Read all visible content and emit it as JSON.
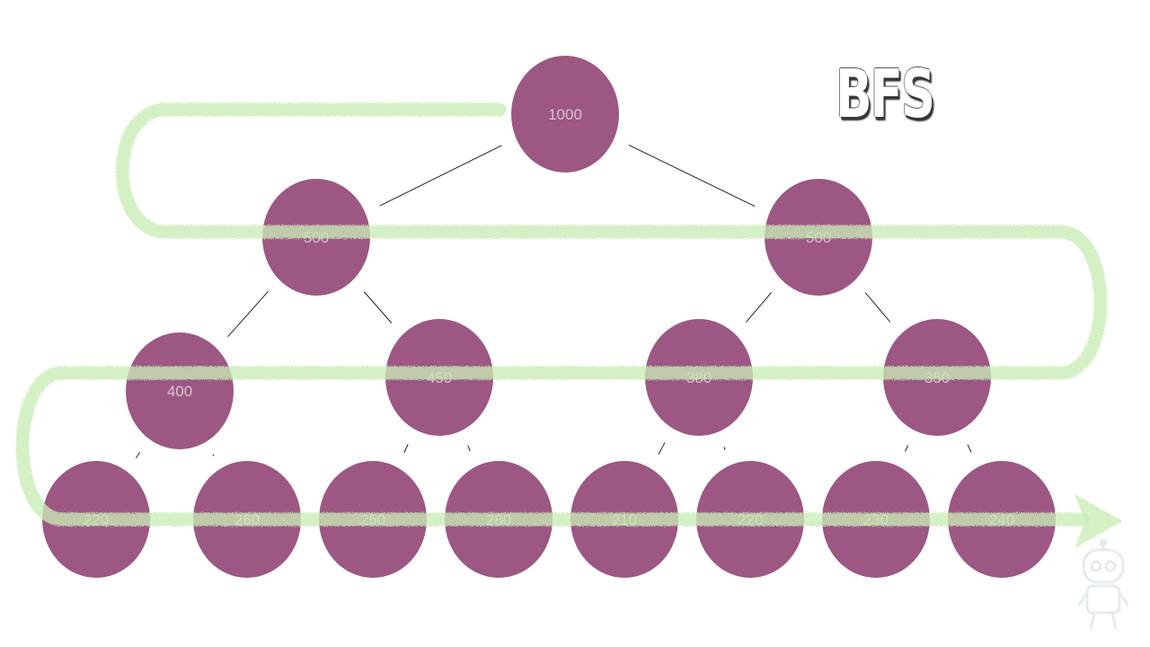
{
  "title": "BFS",
  "colors": {
    "node": "#9c5783",
    "node_label": "#d8c4d0",
    "path": "#c9ecb5",
    "path_overlap": "#8f8a6c"
  },
  "tree": {
    "nodes": [
      {
        "id": "n0",
        "label": "1000"
      },
      {
        "id": "n1",
        "label": "500"
      },
      {
        "id": "n2",
        "label": "500"
      },
      {
        "id": "n3",
        "label": "400"
      },
      {
        "id": "n4",
        "label": "450"
      },
      {
        "id": "n5",
        "label": "380"
      },
      {
        "id": "n6",
        "label": "350"
      },
      {
        "id": "n7",
        "label": "220"
      },
      {
        "id": "n8",
        "label": "260"
      },
      {
        "id": "n9",
        "label": "250"
      },
      {
        "id": "n10",
        "label": "280"
      },
      {
        "id": "n11",
        "label": "210"
      },
      {
        "id": "n12",
        "label": "220"
      },
      {
        "id": "n13",
        "label": "230"
      },
      {
        "id": "n14",
        "label": "240"
      }
    ],
    "edges": [
      [
        "n0",
        "n1"
      ],
      [
        "n0",
        "n2"
      ],
      [
        "n1",
        "n3"
      ],
      [
        "n1",
        "n4"
      ],
      [
        "n2",
        "n5"
      ],
      [
        "n2",
        "n6"
      ],
      [
        "n3",
        "n7"
      ],
      [
        "n3",
        "n8"
      ],
      [
        "n4",
        "n9"
      ],
      [
        "n4",
        "n10"
      ],
      [
        "n5",
        "n11"
      ],
      [
        "n5",
        "n12"
      ],
      [
        "n6",
        "n13"
      ],
      [
        "n6",
        "n14"
      ]
    ]
  },
  "icons": {
    "logo": "robot-icon"
  }
}
